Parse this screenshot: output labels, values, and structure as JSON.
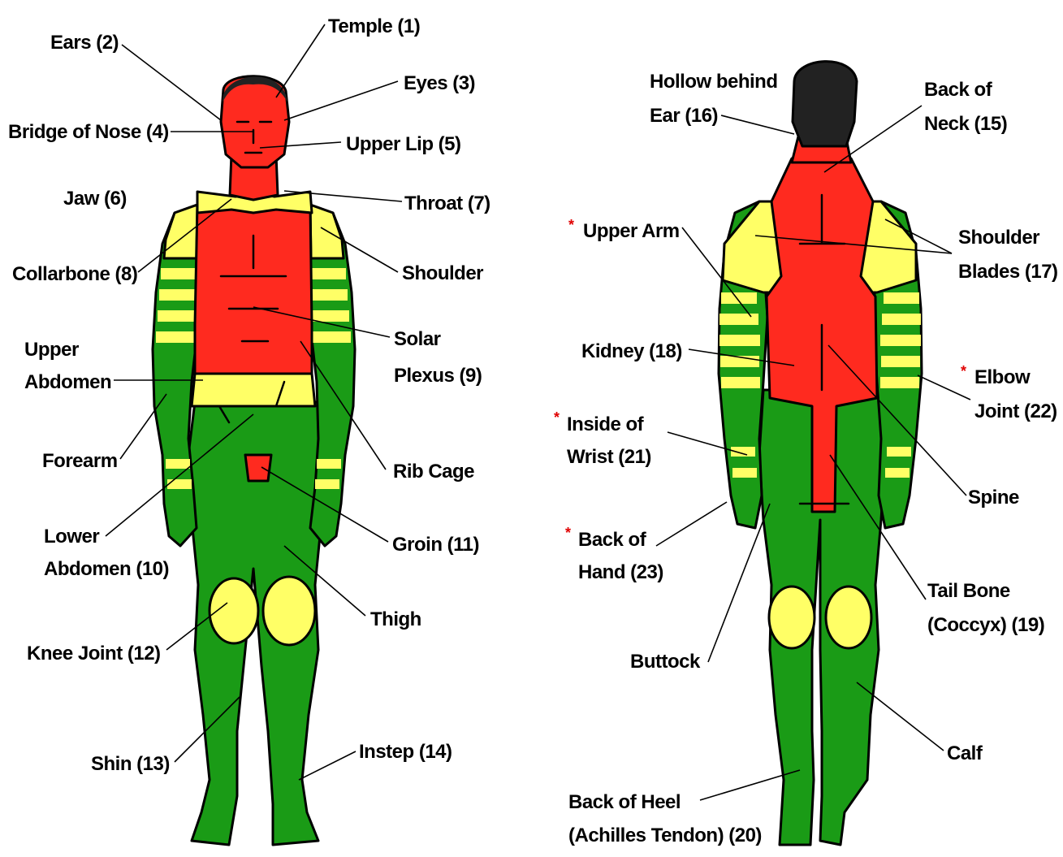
{
  "colors": {
    "high_sensitivity": "#ff2a1f",
    "medium_sensitivity": "#ffff66",
    "low_sensitivity": "#1a9b16",
    "marker": "#e00000"
  },
  "front_labels": {
    "temple": "Temple (1)",
    "ears": "Ears (2)",
    "eyes": "Eyes (3)",
    "bridge_of_nose": "Bridge of Nose (4)",
    "upper_lip": "Upper Lip (5)",
    "jaw": "Jaw (6)",
    "throat": "Throat (7)",
    "collarbone": "Collarbone (8)",
    "shoulder": "Shoulder",
    "solar_plexus_1": "Solar",
    "solar_plexus_2": "Plexus (9)",
    "upper_abdomen_1": "Upper",
    "upper_abdomen_2": "Abdomen",
    "forearm": "Forearm",
    "rib_cage": "Rib Cage",
    "lower_abdomen_1": "Lower",
    "lower_abdomen_2": "Abdomen (10)",
    "groin": "Groin (11)",
    "thigh": "Thigh",
    "knee_joint": "Knee Joint (12)",
    "shin": "Shin (13)",
    "instep": "Instep (14)"
  },
  "back_labels": {
    "hollow_behind_ear_1": "Hollow behind",
    "hollow_behind_ear_2": "Ear (16)",
    "back_of_neck_1": "Back of",
    "back_of_neck_2": "Neck (15)",
    "upper_arm": "Upper Arm",
    "shoulder_blades_1": "Shoulder",
    "shoulder_blades_2": "Blades (17)",
    "kidney": "Kidney (18)",
    "elbow_joint_1": "Elbow",
    "elbow_joint_2": "Joint (22)",
    "inside_of_wrist_1": "Inside of",
    "inside_of_wrist_2": "Wrist (21)",
    "spine": "Spine",
    "back_of_hand_1": "Back of",
    "back_of_hand_2": "Hand (23)",
    "tail_bone_1": "Tail Bone",
    "tail_bone_2": "(Coccyx) (19)",
    "buttock": "Buttock",
    "calf": "Calf",
    "back_of_heel_1": "Back of Heel",
    "back_of_heel_2": "(Achilles Tendon) (20)"
  },
  "marker_symbol": "*"
}
